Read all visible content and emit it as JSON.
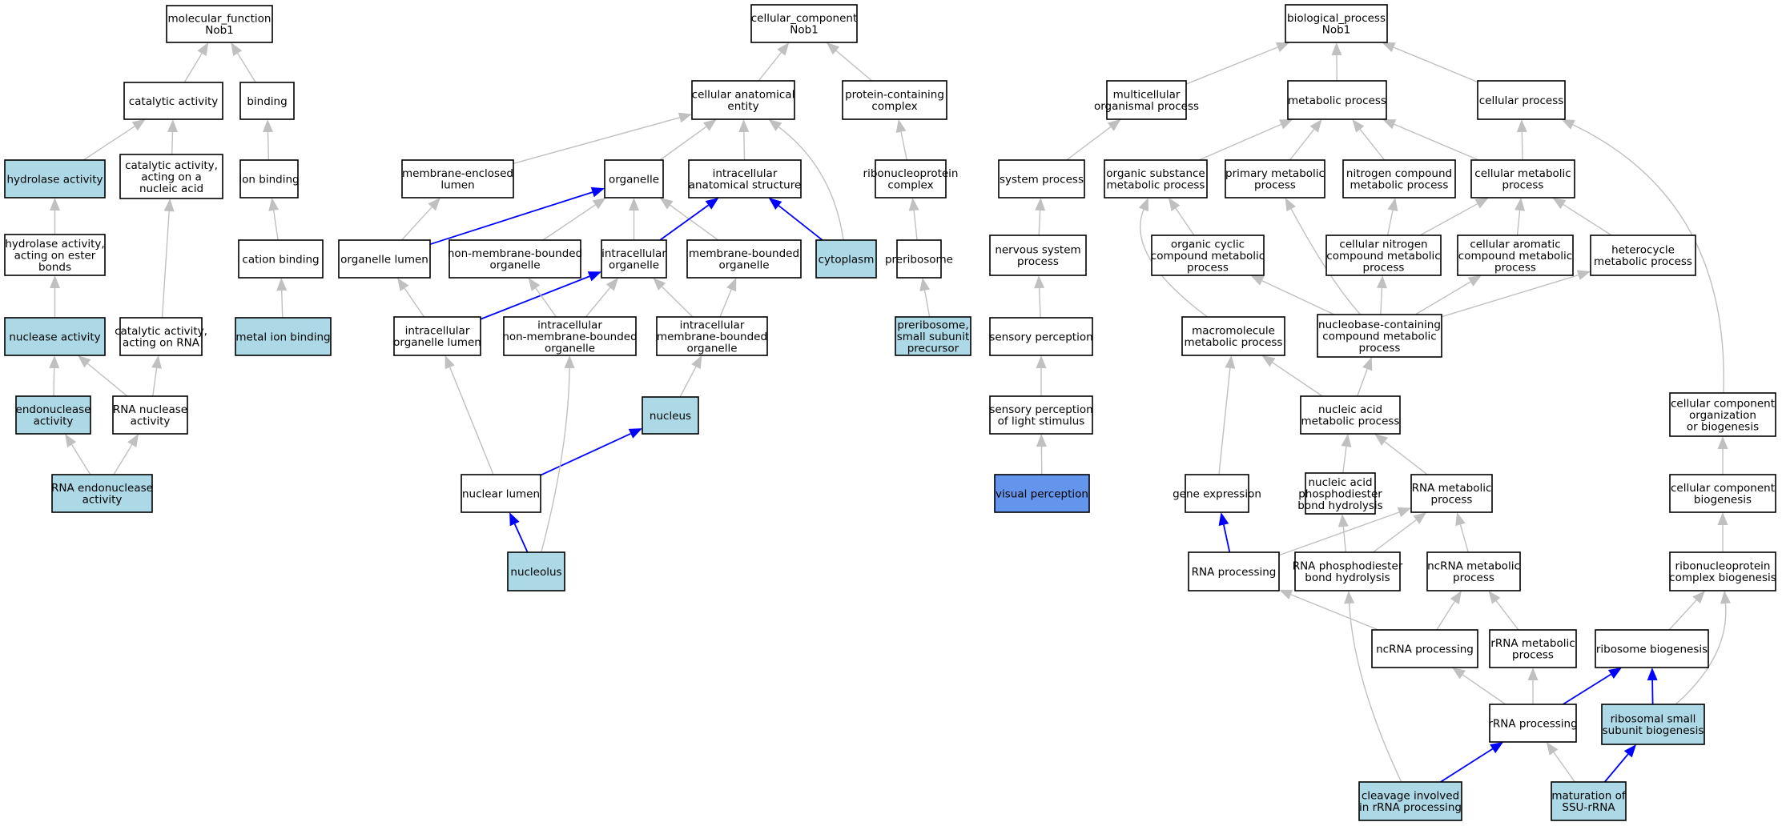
{
  "colors": {
    "plain": "#ffffff",
    "highlight": "#add8e6",
    "focus": "#6495ed",
    "edge": "#c0c0c0",
    "edge_emphasis": "#0000ff"
  },
  "nodes": [
    {
      "id": "mf_root",
      "lines": [
        "molecular_function",
        "Nob1"
      ],
      "style": "plain"
    },
    {
      "id": "catalytic",
      "lines": [
        "catalytic activity"
      ],
      "style": "plain"
    },
    {
      "id": "binding",
      "lines": [
        "binding"
      ],
      "style": "plain"
    },
    {
      "id": "hydrolase",
      "lines": [
        "hydrolase activity"
      ],
      "style": "highlight"
    },
    {
      "id": "cat_nucleic",
      "lines": [
        "catalytic activity,",
        "acting on a",
        "nucleic acid"
      ],
      "style": "plain"
    },
    {
      "id": "ion_binding",
      "lines": [
        "ion binding"
      ],
      "style": "plain"
    },
    {
      "id": "hydro_ester",
      "lines": [
        "hydrolase activity,",
        "acting on ester",
        "bonds"
      ],
      "style": "plain"
    },
    {
      "id": "cation_binding",
      "lines": [
        "cation binding"
      ],
      "style": "plain"
    },
    {
      "id": "nuclease",
      "lines": [
        "nuclease activity"
      ],
      "style": "highlight"
    },
    {
      "id": "cat_rna",
      "lines": [
        "catalytic activity,",
        "acting on RNA"
      ],
      "style": "plain"
    },
    {
      "id": "metal_ion",
      "lines": [
        "metal ion binding"
      ],
      "style": "highlight"
    },
    {
      "id": "endonuclease",
      "lines": [
        "endonuclease",
        "activity"
      ],
      "style": "highlight"
    },
    {
      "id": "rna_nuclease",
      "lines": [
        "RNA nuclease",
        "activity"
      ],
      "style": "plain"
    },
    {
      "id": "rna_endonuclease",
      "lines": [
        "RNA endonuclease",
        "activity"
      ],
      "style": "highlight"
    },
    {
      "id": "cc_root",
      "lines": [
        "cellular_component",
        "Nob1"
      ],
      "style": "plain"
    },
    {
      "id": "cae",
      "lines": [
        "cellular anatomical",
        "entity"
      ],
      "style": "plain"
    },
    {
      "id": "pcc",
      "lines": [
        "protein-containing",
        "complex"
      ],
      "style": "plain"
    },
    {
      "id": "mel",
      "lines": [
        "membrane-enclosed",
        "lumen"
      ],
      "style": "plain"
    },
    {
      "id": "organelle",
      "lines": [
        "organelle"
      ],
      "style": "plain"
    },
    {
      "id": "ias",
      "lines": [
        "intracellular",
        "anatomical structure"
      ],
      "style": "plain"
    },
    {
      "id": "rnp_complex",
      "lines": [
        "ribonucleoprotein",
        "complex"
      ],
      "style": "plain"
    },
    {
      "id": "org_lumen",
      "lines": [
        "organelle lumen"
      ],
      "style": "plain"
    },
    {
      "id": "nmbo",
      "lines": [
        "non-membrane-bounded",
        "organelle"
      ],
      "style": "plain"
    },
    {
      "id": "ic_org",
      "lines": [
        "intracellular",
        "organelle"
      ],
      "style": "plain"
    },
    {
      "id": "mbo",
      "lines": [
        "membrane-bounded",
        "organelle"
      ],
      "style": "plain"
    },
    {
      "id": "cytoplasm",
      "lines": [
        "cytoplasm"
      ],
      "style": "highlight"
    },
    {
      "id": "preribosome",
      "lines": [
        "preribosome"
      ],
      "style": "plain"
    },
    {
      "id": "ic_org_lumen",
      "lines": [
        "intracellular",
        "organelle lumen"
      ],
      "style": "plain"
    },
    {
      "id": "ic_nmbo",
      "lines": [
        "intracellular",
        "non-membrane-bounded",
        "organelle"
      ],
      "style": "plain"
    },
    {
      "id": "ic_mbo",
      "lines": [
        "intracellular",
        "membrane-bounded",
        "organelle"
      ],
      "style": "plain"
    },
    {
      "id": "prerib_ssu",
      "lines": [
        "preribosome,",
        "small subunit",
        "precursor"
      ],
      "style": "highlight"
    },
    {
      "id": "nucleus",
      "lines": [
        "nucleus"
      ],
      "style": "highlight"
    },
    {
      "id": "nuclear_lumen",
      "lines": [
        "nuclear lumen"
      ],
      "style": "plain"
    },
    {
      "id": "nucleolus",
      "lines": [
        "nucleolus"
      ],
      "style": "highlight"
    },
    {
      "id": "bp_root",
      "lines": [
        "biological_process",
        "Nob1"
      ],
      "style": "plain"
    },
    {
      "id": "multicell",
      "lines": [
        "multicellular",
        "organismal process"
      ],
      "style": "plain"
    },
    {
      "id": "metabolic",
      "lines": [
        "metabolic process"
      ],
      "style": "plain"
    },
    {
      "id": "cellular_proc",
      "lines": [
        "cellular process"
      ],
      "style": "plain"
    },
    {
      "id": "system_proc",
      "lines": [
        "system process"
      ],
      "style": "plain"
    },
    {
      "id": "org_sub_met",
      "lines": [
        "organic substance",
        "metabolic process"
      ],
      "style": "plain"
    },
    {
      "id": "prim_met",
      "lines": [
        "primary metabolic",
        "process"
      ],
      "style": "plain"
    },
    {
      "id": "nitro_met",
      "lines": [
        "nitrogen compound",
        "metabolic process"
      ],
      "style": "plain"
    },
    {
      "id": "cell_met",
      "lines": [
        "cellular metabolic",
        "process"
      ],
      "style": "plain"
    },
    {
      "id": "nervous",
      "lines": [
        "nervous system",
        "process"
      ],
      "style": "plain"
    },
    {
      "id": "org_cyclic",
      "lines": [
        "organic cyclic",
        "compound metabolic",
        "process"
      ],
      "style": "plain"
    },
    {
      "id": "cell_nitro",
      "lines": [
        "cellular nitrogen",
        "compound metabolic",
        "process"
      ],
      "style": "plain"
    },
    {
      "id": "cell_arom",
      "lines": [
        "cellular aromatic",
        "compound metabolic",
        "process"
      ],
      "style": "plain"
    },
    {
      "id": "heterocycle",
      "lines": [
        "heterocycle",
        "metabolic process"
      ],
      "style": "plain"
    },
    {
      "id": "sensory",
      "lines": [
        "sensory perception"
      ],
      "style": "plain"
    },
    {
      "id": "macromol",
      "lines": [
        "macromolecule",
        "metabolic process"
      ],
      "style": "plain"
    },
    {
      "id": "nucleobase",
      "lines": [
        "nucleobase-containing",
        "compound metabolic",
        "process"
      ],
      "style": "plain"
    },
    {
      "id": "sens_light",
      "lines": [
        "sensory perception",
        "of light stimulus"
      ],
      "style": "plain"
    },
    {
      "id": "nucleic_met",
      "lines": [
        "nucleic acid",
        "metabolic process"
      ],
      "style": "plain"
    },
    {
      "id": "ccob",
      "lines": [
        "cellular component",
        "organization",
        "or biogenesis"
      ],
      "style": "plain"
    },
    {
      "id": "visual",
      "lines": [
        "visual perception"
      ],
      "style": "focus"
    },
    {
      "id": "gene_expr",
      "lines": [
        "gene expression"
      ],
      "style": "plain"
    },
    {
      "id": "na_phospho",
      "lines": [
        "nucleic acid",
        "phosphodiester",
        "bond hydrolysis"
      ],
      "style": "plain"
    },
    {
      "id": "rna_met",
      "lines": [
        "RNA metabolic",
        "process"
      ],
      "style": "plain"
    },
    {
      "id": "cc_biogen",
      "lines": [
        "cellular component",
        "biogenesis"
      ],
      "style": "plain"
    },
    {
      "id": "rna_proc",
      "lines": [
        "RNA processing"
      ],
      "style": "plain"
    },
    {
      "id": "rna_phospho",
      "lines": [
        "RNA phosphodiester",
        "bond hydrolysis"
      ],
      "style": "plain"
    },
    {
      "id": "ncrna_met",
      "lines": [
        "ncRNA metabolic",
        "process"
      ],
      "style": "plain"
    },
    {
      "id": "rnp_biogen",
      "lines": [
        "ribonucleoprotein",
        "complex biogenesis"
      ],
      "style": "plain"
    },
    {
      "id": "ncrna_proc",
      "lines": [
        "ncRNA processing"
      ],
      "style": "plain"
    },
    {
      "id": "rrna_met",
      "lines": [
        "rRNA metabolic",
        "process"
      ],
      "style": "plain"
    },
    {
      "id": "ribo_biogen",
      "lines": [
        "ribosome biogenesis"
      ],
      "style": "plain"
    },
    {
      "id": "rrna_proc",
      "lines": [
        "rRNA processing"
      ],
      "style": "plain"
    },
    {
      "id": "rss_biogen",
      "lines": [
        "ribosomal small",
        "subunit biogenesis"
      ],
      "style": "highlight"
    },
    {
      "id": "cleavage",
      "lines": [
        "cleavage involved",
        "in rRNA processing"
      ],
      "style": "highlight"
    },
    {
      "id": "maturation",
      "lines": [
        "maturation of",
        "SSU-rRNA"
      ],
      "style": "highlight"
    }
  ],
  "edges": [
    {
      "from": "catalytic",
      "to": "mf_root",
      "emphasis": false
    },
    {
      "from": "binding",
      "to": "mf_root",
      "emphasis": false
    },
    {
      "from": "hydrolase",
      "to": "catalytic",
      "emphasis": false
    },
    {
      "from": "cat_nucleic",
      "to": "catalytic",
      "emphasis": false
    },
    {
      "from": "ion_binding",
      "to": "binding",
      "emphasis": false
    },
    {
      "from": "hydro_ester",
      "to": "hydrolase",
      "emphasis": false
    },
    {
      "from": "cation_binding",
      "to": "ion_binding",
      "emphasis": false
    },
    {
      "from": "nuclease",
      "to": "hydro_ester",
      "emphasis": false
    },
    {
      "from": "cat_rna",
      "to": "cat_nucleic",
      "emphasis": false
    },
    {
      "from": "metal_ion",
      "to": "cation_binding",
      "emphasis": false
    },
    {
      "from": "endonuclease",
      "to": "nuclease",
      "emphasis": false
    },
    {
      "from": "rna_nuclease",
      "to": "nuclease",
      "emphasis": false
    },
    {
      "from": "rna_nuclease",
      "to": "cat_rna",
      "emphasis": false
    },
    {
      "from": "rna_endonuclease",
      "to": "endonuclease",
      "emphasis": false
    },
    {
      "from": "rna_endonuclease",
      "to": "rna_nuclease",
      "emphasis": false
    },
    {
      "from": "cae",
      "to": "cc_root",
      "emphasis": false
    },
    {
      "from": "pcc",
      "to": "cc_root",
      "emphasis": false
    },
    {
      "from": "mel",
      "to": "cae",
      "emphasis": false
    },
    {
      "from": "organelle",
      "to": "cae",
      "emphasis": false
    },
    {
      "from": "ias",
      "to": "cae",
      "emphasis": false
    },
    {
      "from": "cytoplasm",
      "to": "cae",
      "emphasis": false,
      "curve": [
        1040,
        210
      ]
    },
    {
      "from": "rnp_complex",
      "to": "pcc",
      "emphasis": false
    },
    {
      "from": "org_lumen",
      "to": "mel",
      "emphasis": false
    },
    {
      "from": "org_lumen",
      "to": "organelle",
      "emphasis": true
    },
    {
      "from": "nmbo",
      "to": "organelle",
      "emphasis": false
    },
    {
      "from": "ic_org",
      "to": "organelle",
      "emphasis": false
    },
    {
      "from": "mbo",
      "to": "organelle",
      "emphasis": false
    },
    {
      "from": "ic_org",
      "to": "ias",
      "emphasis": true
    },
    {
      "from": "cytoplasm",
      "to": "ias",
      "emphasis": true
    },
    {
      "from": "preribosome",
      "to": "rnp_complex",
      "emphasis": false
    },
    {
      "from": "ic_org_lumen",
      "to": "org_lumen",
      "emphasis": false
    },
    {
      "from": "ic_org_lumen",
      "to": "ic_org",
      "emphasis": true
    },
    {
      "from": "ic_nmbo",
      "to": "nmbo",
      "emphasis": false
    },
    {
      "from": "ic_nmbo",
      "to": "ic_org",
      "emphasis": false
    },
    {
      "from": "ic_mbo",
      "to": "ic_org",
      "emphasis": false
    },
    {
      "from": "ic_mbo",
      "to": "mbo",
      "emphasis": false
    },
    {
      "from": "prerib_ssu",
      "to": "preribosome",
      "emphasis": false
    },
    {
      "from": "nucleus",
      "to": "ic_mbo",
      "emphasis": false
    },
    {
      "from": "nuclear_lumen",
      "to": "ic_org_lumen",
      "emphasis": false
    },
    {
      "from": "nuclear_lumen",
      "to": "nucleus",
      "emphasis": true
    },
    {
      "from": "nucleolus",
      "to": "nuclear_lumen",
      "emphasis": true
    },
    {
      "from": "nucleolus",
      "to": "ic_nmbo",
      "emphasis": false,
      "curve": [
        710,
        560
      ]
    },
    {
      "from": "multicell",
      "to": "bp_root",
      "emphasis": false
    },
    {
      "from": "metabolic",
      "to": "bp_root",
      "emphasis": false
    },
    {
      "from": "cellular_proc",
      "to": "bp_root",
      "emphasis": false
    },
    {
      "from": "system_proc",
      "to": "multicell",
      "emphasis": false
    },
    {
      "from": "org_sub_met",
      "to": "metabolic",
      "emphasis": false
    },
    {
      "from": "prim_met",
      "to": "metabolic",
      "emphasis": false
    },
    {
      "from": "nitro_met",
      "to": "metabolic",
      "emphasis": false
    },
    {
      "from": "cell_met",
      "to": "metabolic",
      "emphasis": false
    },
    {
      "from": "cell_met",
      "to": "cellular_proc",
      "emphasis": false
    },
    {
      "from": "nervous",
      "to": "system_proc",
      "emphasis": false
    },
    {
      "from": "org_cyclic",
      "to": "org_sub_met",
      "emphasis": false
    },
    {
      "from": "cell_nitro",
      "to": "nitro_met",
      "emphasis": false
    },
    {
      "from": "cell_nitro",
      "to": "cell_met",
      "emphasis": false
    },
    {
      "from": "cell_arom",
      "to": "cell_met",
      "emphasis": false
    },
    {
      "from": "heterocycle",
      "to": "cell_met",
      "emphasis": false
    },
    {
      "from": "sensory",
      "to": "nervous",
      "emphasis": false
    },
    {
      "from": "macromol",
      "to": "org_sub_met",
      "emphasis": false,
      "curve": [
        1405,
        320
      ]
    },
    {
      "from": "nucleobase",
      "to": "org_cyclic",
      "emphasis": false
    },
    {
      "from": "nucleobase",
      "to": "prim_met",
      "emphasis": false,
      "curve": [
        1660,
        350
      ]
    },
    {
      "from": "nucleobase",
      "to": "cell_nitro",
      "emphasis": false
    },
    {
      "from": "nucleobase",
      "to": "cell_arom",
      "emphasis": false
    },
    {
      "from": "nucleobase",
      "to": "heterocycle",
      "emphasis": false
    },
    {
      "from": "sens_light",
      "to": "sensory",
      "emphasis": false
    },
    {
      "from": "nucleic_met",
      "to": "macromol",
      "emphasis": false
    },
    {
      "from": "nucleic_met",
      "to": "nucleobase",
      "emphasis": false
    },
    {
      "from": "ccob",
      "to": "cellular_proc",
      "emphasis": false,
      "curve": [
        2160,
        250
      ]
    },
    {
      "from": "visual",
      "to": "sens_light",
      "emphasis": false
    },
    {
      "from": "gene_expr",
      "to": "macromol",
      "emphasis": false
    },
    {
      "from": "na_phospho",
      "to": "nucleic_met",
      "emphasis": false
    },
    {
      "from": "rna_met",
      "to": "nucleic_met",
      "emphasis": false
    },
    {
      "from": "cc_biogen",
      "to": "ccob",
      "emphasis": false
    },
    {
      "from": "rna_proc",
      "to": "gene_expr",
      "emphasis": true
    },
    {
      "from": "rna_proc",
      "to": "rna_met",
      "emphasis": false
    },
    {
      "from": "rna_phospho",
      "to": "na_phospho",
      "emphasis": false
    },
    {
      "from": "rna_phospho",
      "to": "rna_met",
      "emphasis": false
    },
    {
      "from": "ncrna_met",
      "to": "rna_met",
      "emphasis": false
    },
    {
      "from": "rnp_biogen",
      "to": "cc_biogen",
      "emphasis": false
    },
    {
      "from": "ncrna_proc",
      "to": "rna_proc",
      "emphasis": false
    },
    {
      "from": "ncrna_proc",
      "to": "ncrna_met",
      "emphasis": false
    },
    {
      "from": "rrna_met",
      "to": "ncrna_met",
      "emphasis": false
    },
    {
      "from": "ribo_biogen",
      "to": "rnp_biogen",
      "emphasis": false
    },
    {
      "from": "rrna_proc",
      "to": "ncrna_proc",
      "emphasis": false
    },
    {
      "from": "rrna_proc",
      "to": "rrna_met",
      "emphasis": false
    },
    {
      "from": "rrna_proc",
      "to": "ribo_biogen",
      "emphasis": true
    },
    {
      "from": "rss_biogen",
      "to": "ribo_biogen",
      "emphasis": true
    },
    {
      "from": "rss_biogen",
      "to": "rnp_biogen",
      "emphasis": false,
      "curve": [
        2160,
        820
      ]
    },
    {
      "from": "cleavage",
      "to": "rrna_proc",
      "emphasis": true
    },
    {
      "from": "cleavage",
      "to": "rna_phospho",
      "emphasis": false,
      "curve": [
        1690,
        850
      ]
    },
    {
      "from": "maturation",
      "to": "rrna_proc",
      "emphasis": false
    },
    {
      "from": "maturation",
      "to": "rss_biogen",
      "emphasis": true
    }
  ]
}
